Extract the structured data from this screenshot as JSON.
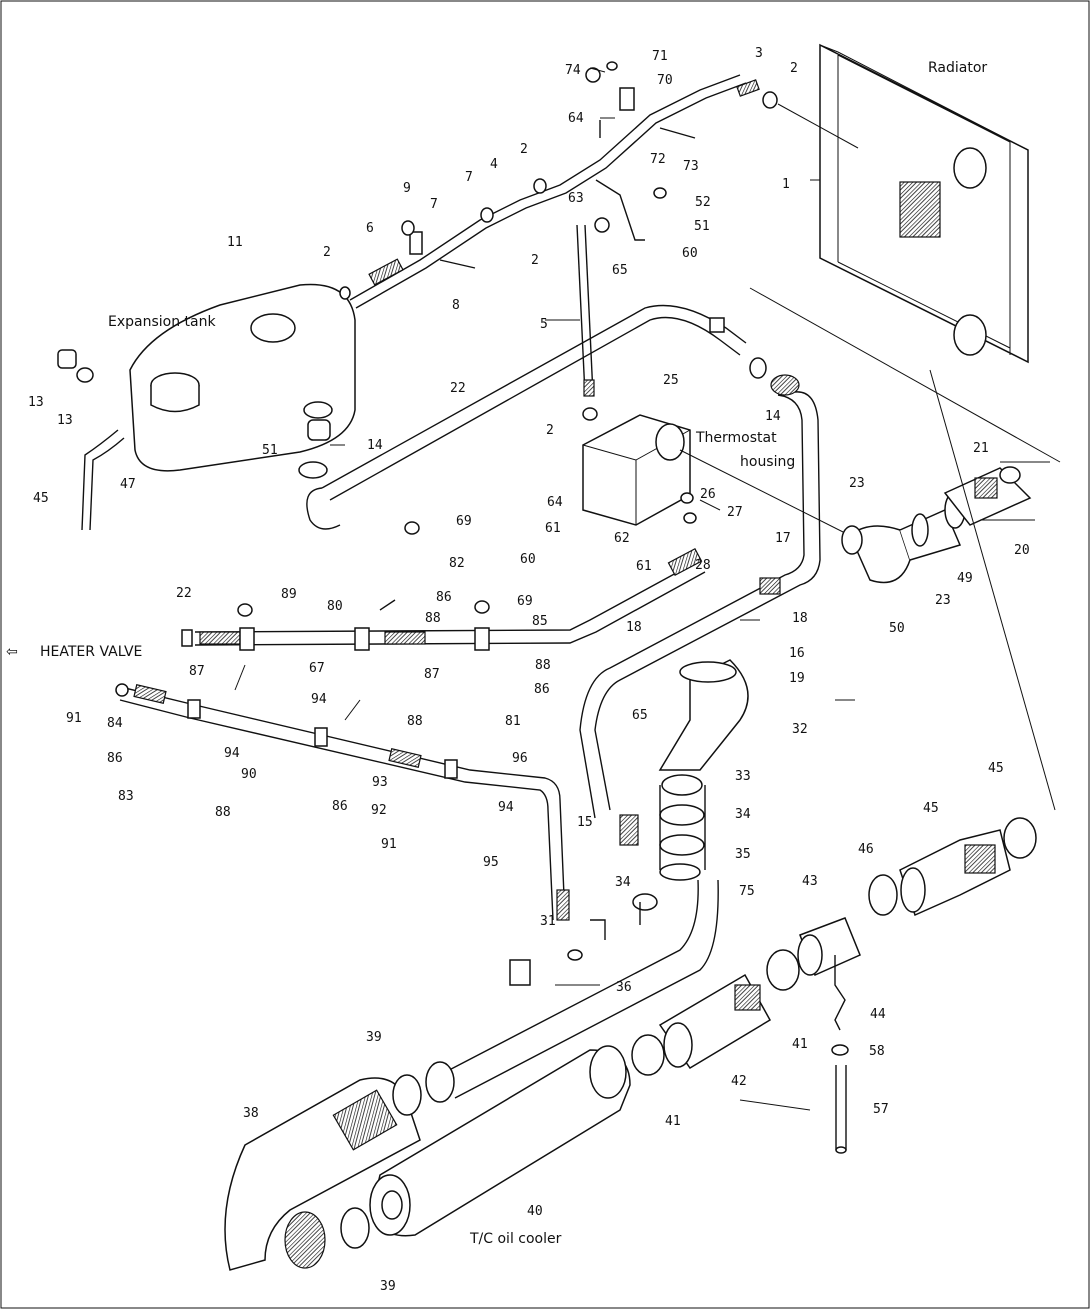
{
  "notes": {
    "radiator": "Radiator",
    "expansion_tank": "Expansion tank",
    "thermostat_line1": "Thermostat",
    "thermostat_line2": "housing",
    "heater_valve": "HEATER VALVE",
    "tc_oil_cooler": "T/C oil cooler"
  },
  "callouts": [
    {
      "id": "c1",
      "text": "1"
    },
    {
      "id": "c2a",
      "text": "2"
    },
    {
      "id": "c3",
      "text": "3"
    },
    {
      "id": "c71",
      "text": "71"
    },
    {
      "id": "c74",
      "text": "74"
    },
    {
      "id": "c70",
      "text": "70"
    },
    {
      "id": "c64a",
      "text": "64"
    },
    {
      "id": "c72",
      "text": "72"
    },
    {
      "id": "c73",
      "text": "73"
    },
    {
      "id": "c63",
      "text": "63"
    },
    {
      "id": "c2b",
      "text": "2"
    },
    {
      "id": "c4",
      "text": "4"
    },
    {
      "id": "c52",
      "text": "52"
    },
    {
      "id": "c51a",
      "text": "51"
    },
    {
      "id": "c60a",
      "text": "60"
    },
    {
      "id": "c65a",
      "text": "65"
    },
    {
      "id": "c2c",
      "text": "2"
    },
    {
      "id": "c7",
      "text": "7"
    },
    {
      "id": "c9",
      "text": "9"
    },
    {
      "id": "c7b",
      "text": "7"
    },
    {
      "id": "c6",
      "text": "6"
    },
    {
      "id": "c8",
      "text": "8"
    },
    {
      "id": "c2d",
      "text": "2"
    },
    {
      "id": "c11",
      "text": "11"
    },
    {
      "id": "c5",
      "text": "5"
    },
    {
      "id": "c13a",
      "text": "13"
    },
    {
      "id": "c13b",
      "text": "13"
    },
    {
      "id": "c47",
      "text": "47"
    },
    {
      "id": "c45a",
      "text": "45"
    },
    {
      "id": "c22",
      "text": "22"
    },
    {
      "id": "c14a",
      "text": "14"
    },
    {
      "id": "c51b",
      "text": "51"
    },
    {
      "id": "c14b",
      "text": "14"
    },
    {
      "id": "c25",
      "text": "25"
    },
    {
      "id": "c2e",
      "text": "2"
    },
    {
      "id": "c26",
      "text": "26"
    },
    {
      "id": "c27",
      "text": "27"
    },
    {
      "id": "c64b",
      "text": "64"
    },
    {
      "id": "c61a",
      "text": "61"
    },
    {
      "id": "c60b",
      "text": "60"
    },
    {
      "id": "c62",
      "text": "62"
    },
    {
      "id": "c61b",
      "text": "61"
    },
    {
      "id": "c28",
      "text": "28"
    },
    {
      "id": "c17",
      "text": "17"
    },
    {
      "id": "c18a",
      "text": "18"
    },
    {
      "id": "c23a",
      "text": "23"
    },
    {
      "id": "c21",
      "text": "21"
    },
    {
      "id": "c20",
      "text": "20"
    },
    {
      "id": "c49",
      "text": "49"
    },
    {
      "id": "c23b",
      "text": "23"
    },
    {
      "id": "c50",
      "text": "50"
    },
    {
      "id": "c69",
      "text": "69"
    },
    {
      "id": "c82",
      "text": "82"
    },
    {
      "id": "c86a",
      "text": "86"
    },
    {
      "id": "c88a",
      "text": "88"
    },
    {
      "id": "c89",
      "text": "89"
    },
    {
      "id": "c80",
      "text": "80"
    },
    {
      "id": "c69b",
      "text": "69"
    },
    {
      "id": "c85",
      "text": "85"
    },
    {
      "id": "c18b",
      "text": "18"
    },
    {
      "id": "c16",
      "text": "16"
    },
    {
      "id": "c19",
      "text": "19"
    },
    {
      "id": "c22b",
      "text": "22"
    },
    {
      "id": "c87a",
      "text": "87"
    },
    {
      "id": "c67",
      "text": "67"
    },
    {
      "id": "c87b",
      "text": "87"
    },
    {
      "id": "c88b",
      "text": "88"
    },
    {
      "id": "c86b",
      "text": "86"
    },
    {
      "id": "c88c",
      "text": "88"
    },
    {
      "id": "c81",
      "text": "81"
    },
    {
      "id": "c65b",
      "text": "65"
    },
    {
      "id": "c32",
      "text": "32"
    },
    {
      "id": "c91",
      "text": "91"
    },
    {
      "id": "c84",
      "text": "84"
    },
    {
      "id": "c94a",
      "text": "94"
    },
    {
      "id": "c94b",
      "text": "94"
    },
    {
      "id": "c86c",
      "text": "86"
    },
    {
      "id": "c90",
      "text": "90"
    },
    {
      "id": "c96",
      "text": "96"
    },
    {
      "id": "c83",
      "text": "83"
    },
    {
      "id": "c88d",
      "text": "88"
    },
    {
      "id": "c86d",
      "text": "86"
    },
    {
      "id": "c93",
      "text": "93"
    },
    {
      "id": "c94c",
      "text": "94"
    },
    {
      "id": "c92",
      "text": "92"
    },
    {
      "id": "c91b",
      "text": "91"
    },
    {
      "id": "c95",
      "text": "95"
    },
    {
      "id": "c33",
      "text": "33"
    },
    {
      "id": "c34a",
      "text": "34"
    },
    {
      "id": "c15",
      "text": "15"
    },
    {
      "id": "c35",
      "text": "35"
    },
    {
      "id": "c34b",
      "text": "34"
    },
    {
      "id": "c75",
      "text": "75"
    },
    {
      "id": "c31",
      "text": "31"
    },
    {
      "id": "c45b",
      "text": "45"
    },
    {
      "id": "c46",
      "text": "46"
    },
    {
      "id": "c45c",
      "text": "45"
    },
    {
      "id": "c43",
      "text": "43"
    },
    {
      "id": "c36",
      "text": "36"
    },
    {
      "id": "c44",
      "text": "44"
    },
    {
      "id": "c39a",
      "text": "39"
    },
    {
      "id": "c41a",
      "text": "41"
    },
    {
      "id": "c42",
      "text": "42"
    },
    {
      "id": "c58",
      "text": "58"
    },
    {
      "id": "c41b",
      "text": "41"
    },
    {
      "id": "c57",
      "text": "57"
    },
    {
      "id": "c38",
      "text": "38"
    },
    {
      "id": "c40",
      "text": "40"
    },
    {
      "id": "c39b",
      "text": "39"
    }
  ]
}
